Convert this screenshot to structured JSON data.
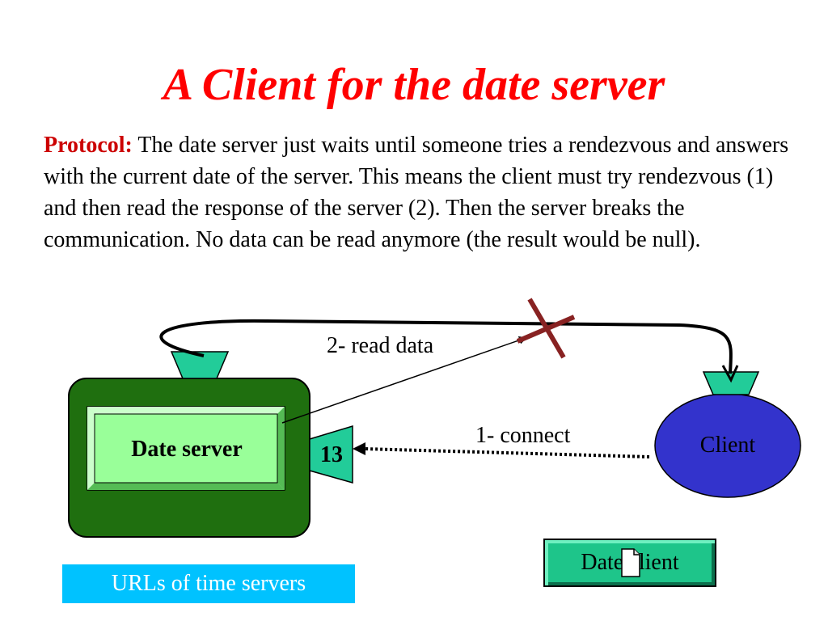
{
  "title": "A Client for the date server",
  "colors": {
    "title": "#ff0000",
    "lead": "#cc0000",
    "server_outer": "#1f6f0f",
    "server_inner": "#99ff99",
    "funnel": "#22cc99",
    "client": "#3333cc",
    "cross": "#882222",
    "url_button": "#00c2ff"
  },
  "protocol": {
    "lead": "Protocol:",
    "text": " The date server just waits until someone tries a rendezvous and answers with the current date of the server. This means the client must try rendezvous  (1) and then read the response of the server (2). Then the server breaks the communication. No data can be read anymore (the result would be null)."
  },
  "diagram": {
    "server_label": "Date server",
    "port": "13",
    "client_label": "Client",
    "read_label": "2- read data",
    "connect_label": "1- connect"
  },
  "buttons": {
    "date_client": "DateClient",
    "date_client_icon": "document-icon",
    "urls": "URLs of time servers"
  }
}
